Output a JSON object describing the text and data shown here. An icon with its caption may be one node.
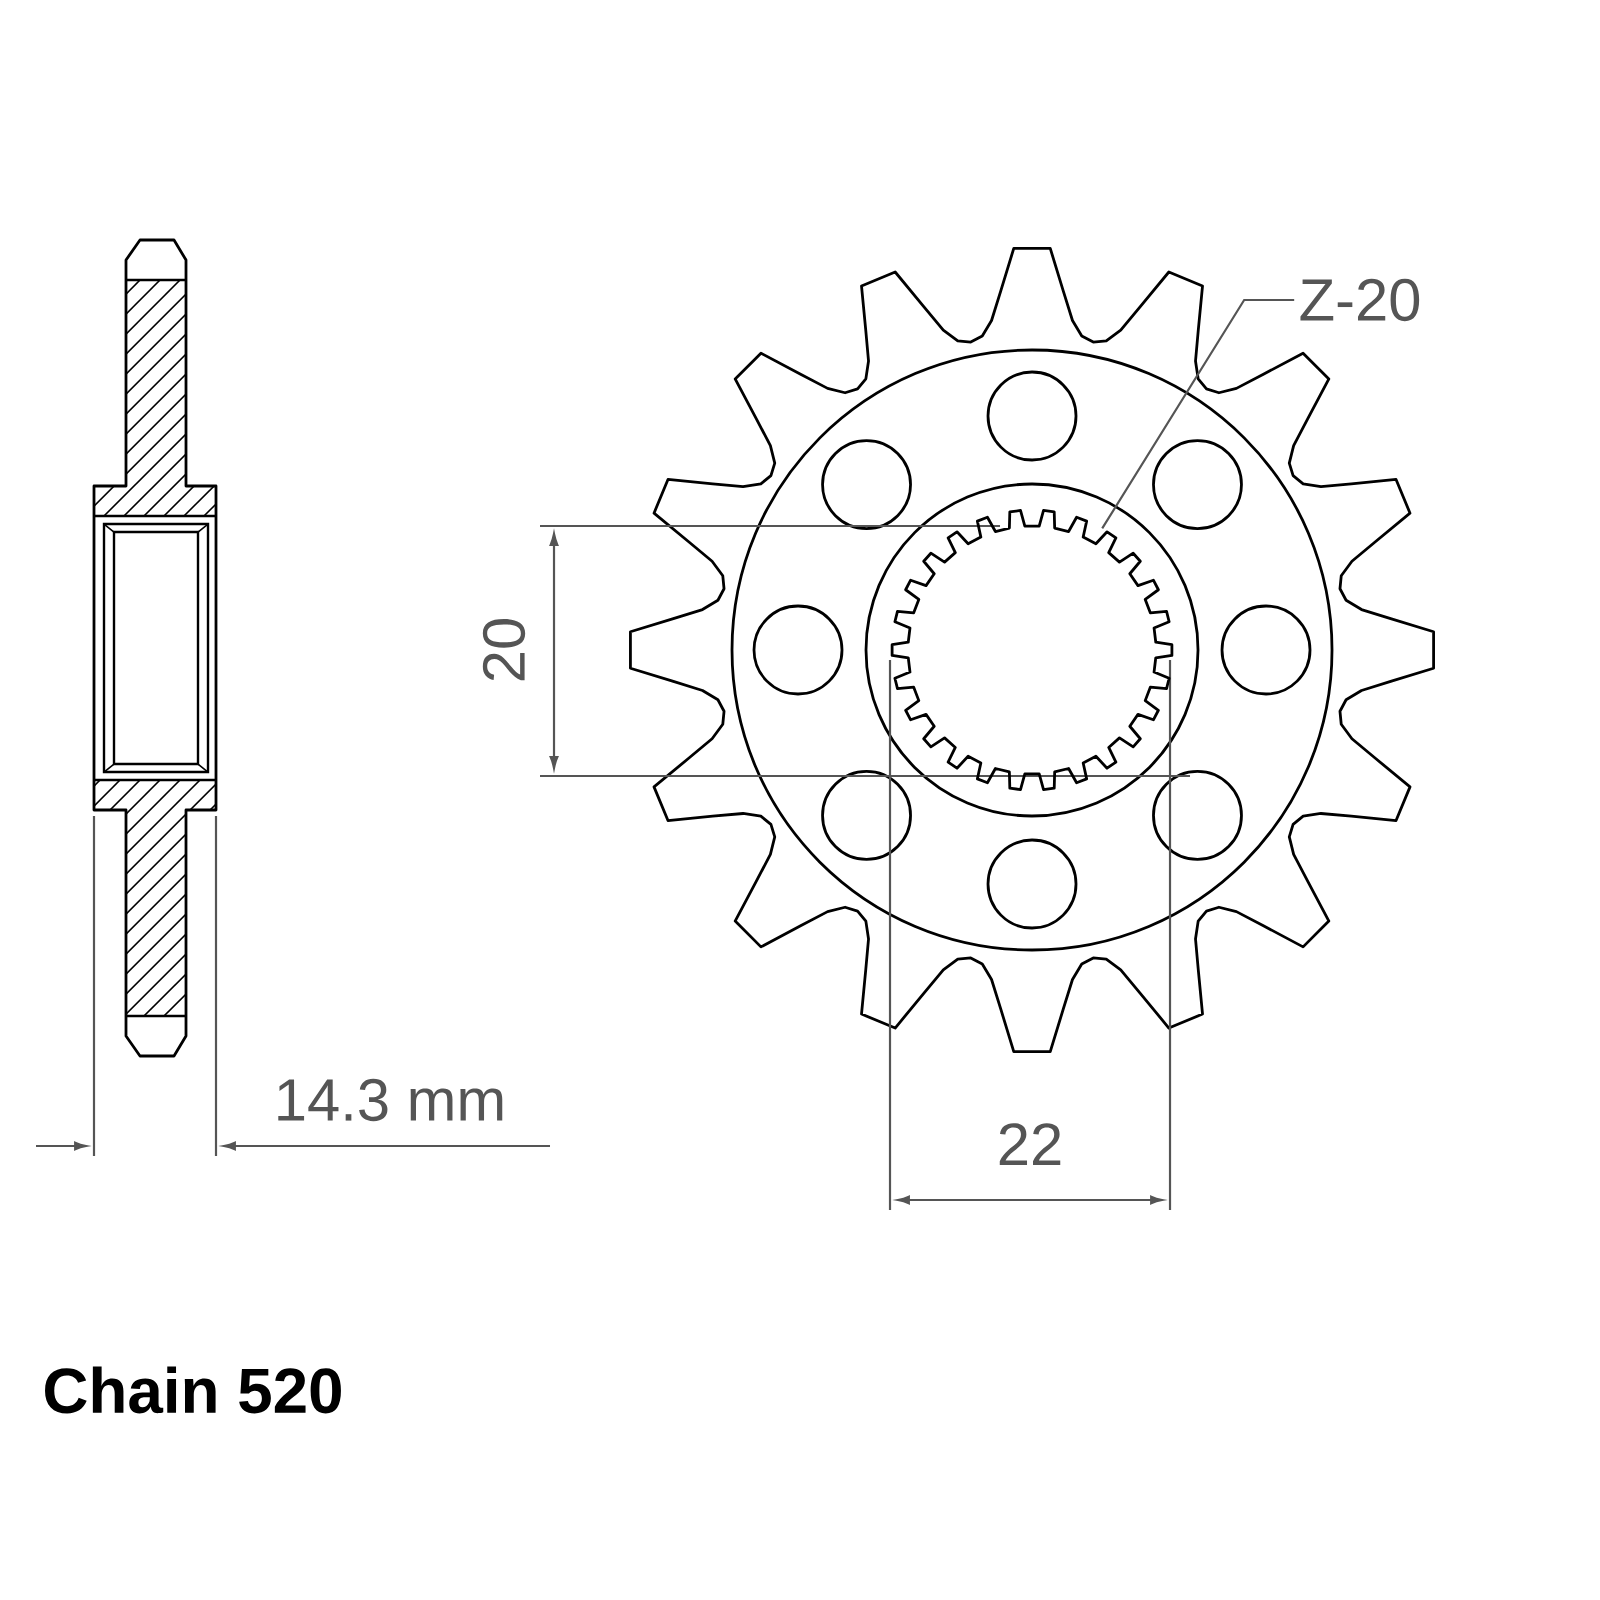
{
  "diagram": {
    "nodes": [
      {
        "text": [
          "Z-20"
        ]
      },
      {
        "text": [],
        "shape": "circle"
      }
    ],
    "edges": [
      {
        "from": 0,
        "to": 1,
        "arrow": "none"
      }
    ],
    "labels": [
      "20",
      "14.3 mm",
      "22",
      "Chain 520"
    ]
  }
}
